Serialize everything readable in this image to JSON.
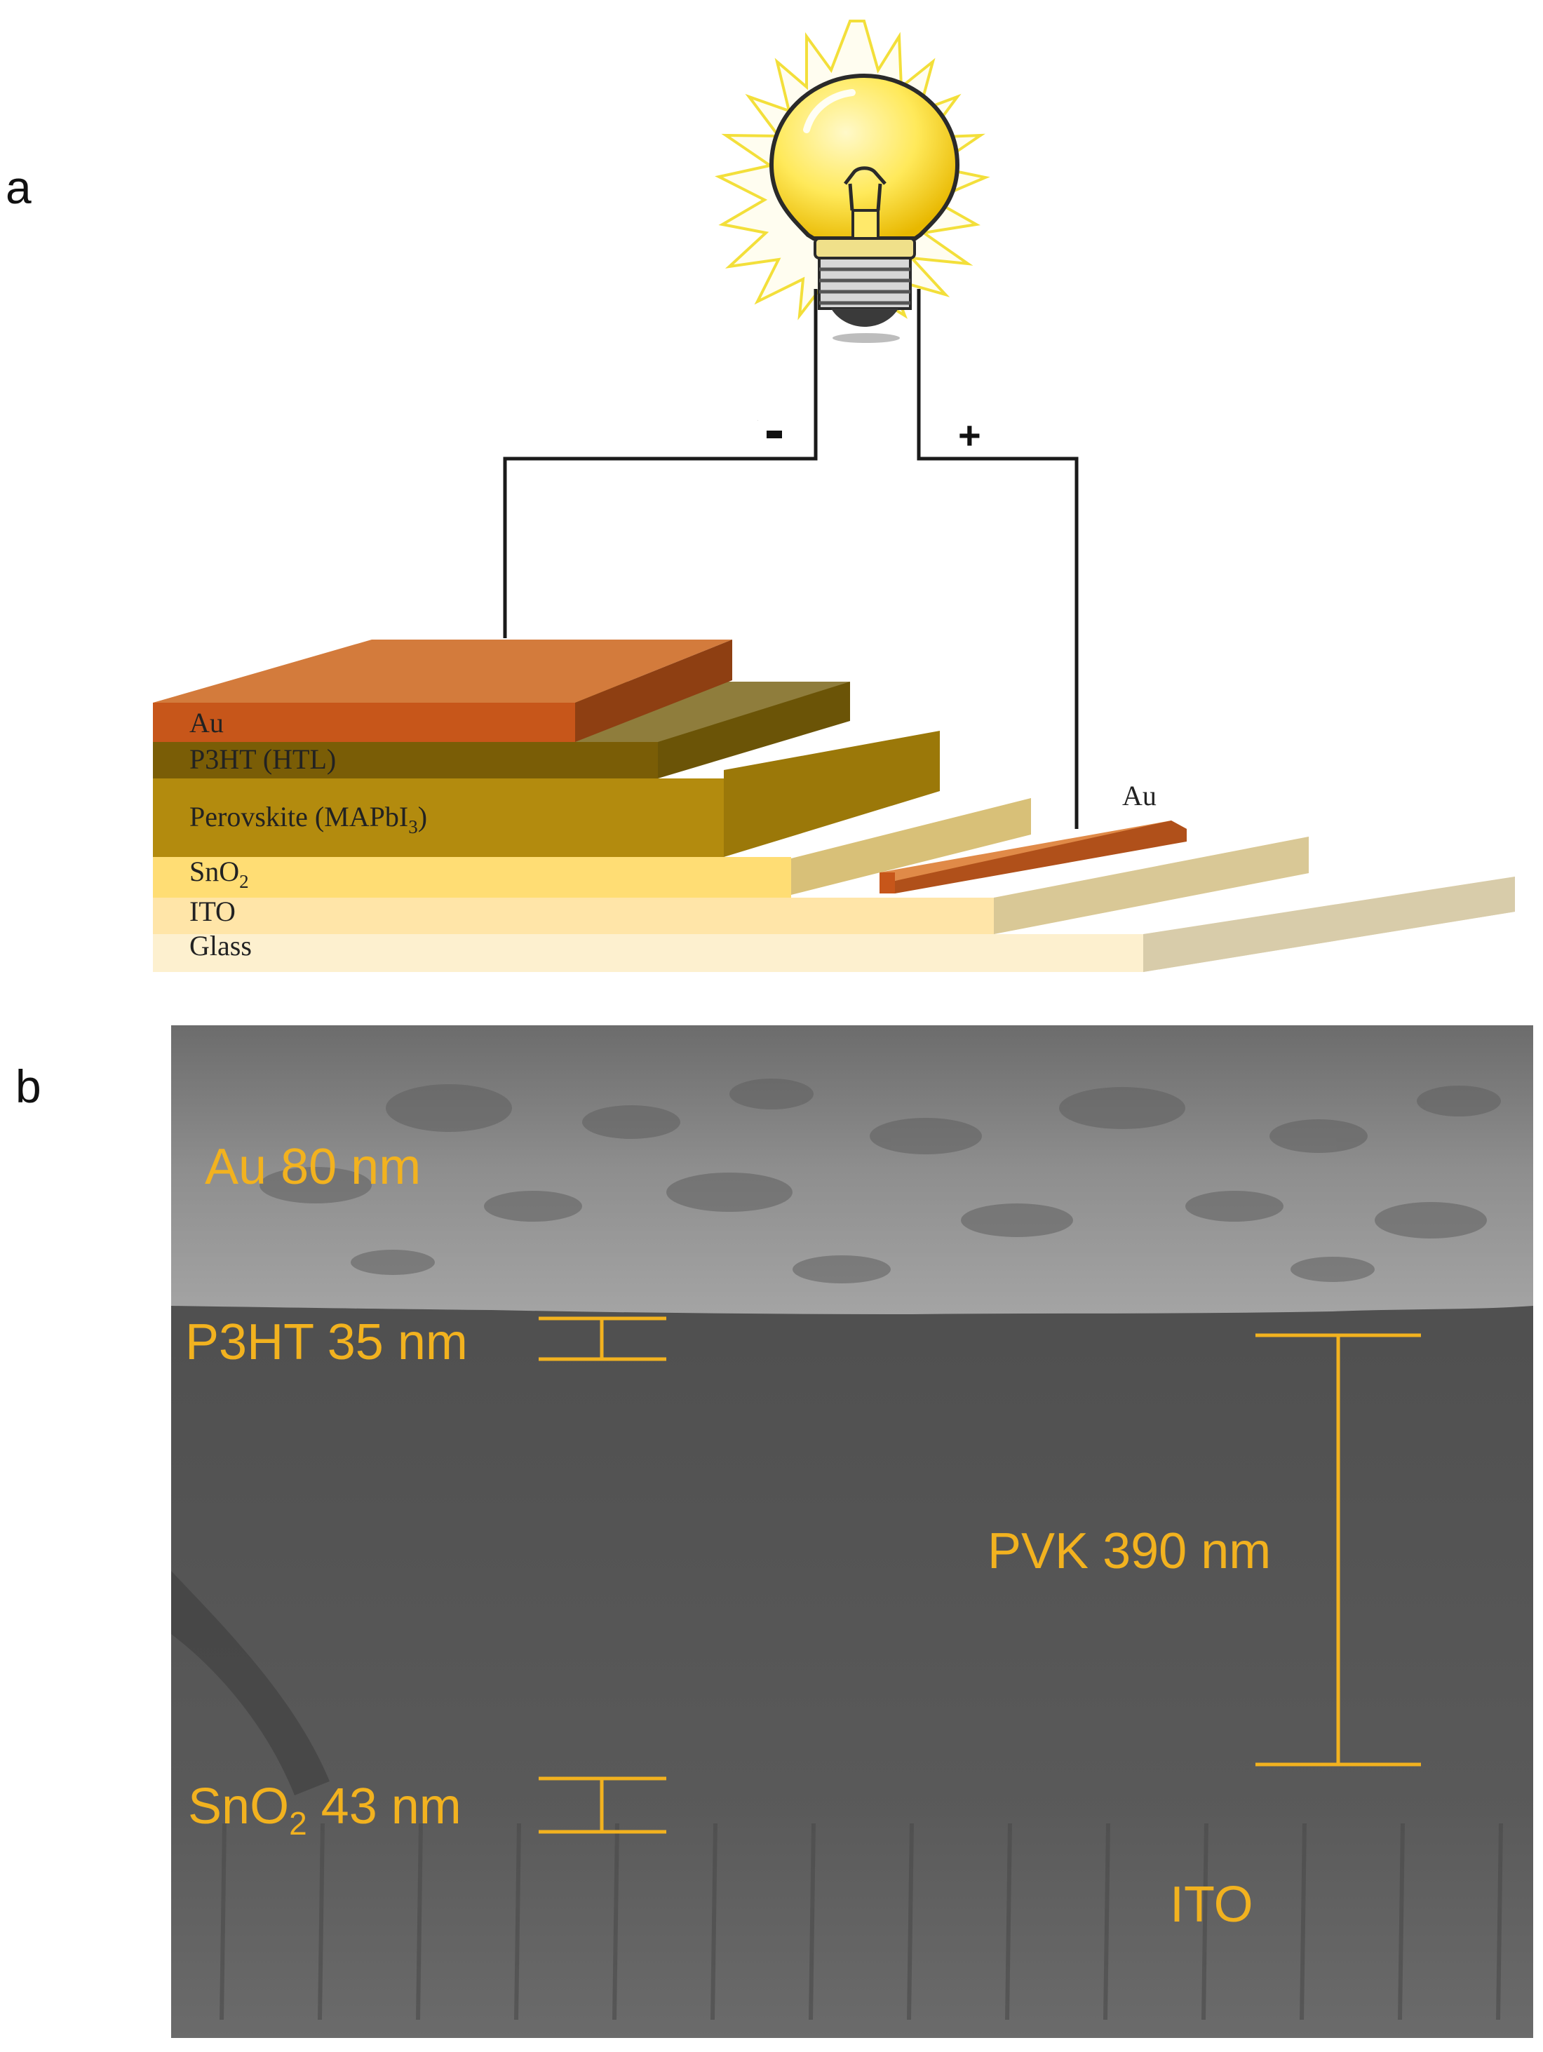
{
  "panels": [
    {
      "letter": "a"
    },
    {
      "letter": "b"
    }
  ],
  "device_stack": {
    "layers": [
      {
        "label": "Au",
        "color": "#c7561a"
      },
      {
        "label": "P3HT (HTL)",
        "color": "#7a5d06"
      },
      {
        "label": "Perovskite (MAPbI",
        "subscript": "3",
        "suffix": ")",
        "color": "#a77e0c"
      },
      {
        "label": "SnO",
        "subscript": "2",
        "color": "#ffdd74"
      },
      {
        "label": "ITO",
        "color": "#ffe5a8"
      },
      {
        "label": "Glass",
        "color": "#fdf0cf"
      }
    ],
    "rear_contact_label": "Au"
  },
  "circuit": {
    "negative_symbol": "-",
    "positive_symbol": "+",
    "load_icon": "light-bulb-icon"
  },
  "sem": {
    "layers": [
      {
        "label": "Au 80 nm"
      },
      {
        "label": "P3HT 35 nm"
      },
      {
        "label": "PVK 390 nm"
      },
      {
        "label": "SnO",
        "subscript": "2",
        "suffix": " 43 nm"
      },
      {
        "label": "ITO"
      }
    ],
    "annotation_color": "#f2b21f"
  }
}
